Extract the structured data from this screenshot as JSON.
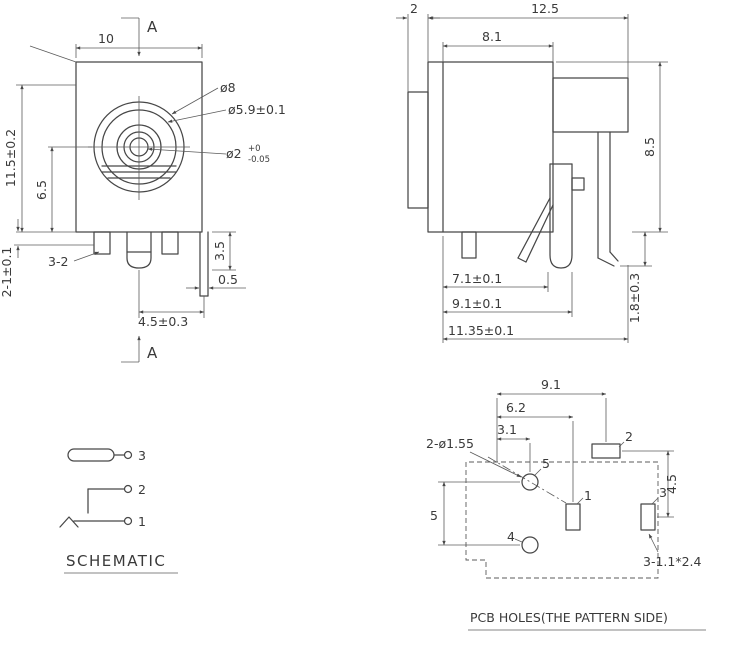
{
  "drawing": {
    "front": {
      "section_top": "A",
      "section_bottom": "A",
      "dim_width": "10",
      "dim_height": "11.5±0.2",
      "dim_center_height": "6.5",
      "dia_outer": "ø8",
      "dia_barrel": "ø5.9±0.1",
      "dia_pin": "ø2",
      "dia_pin_tol_upper": "+0",
      "dia_pin_tol_lower": "-0.05",
      "dim_pins": "3-2",
      "dim_pin_width": "2-1±0.1",
      "dim_pin_length": "3.5",
      "dim_bracket": "0.5",
      "dim_center_pin_offset": "4.5±0.3"
    },
    "side": {
      "dim_flange": "2",
      "dim_total": "12.5",
      "dim_body": "8.1",
      "dim_height": "8.5",
      "dim_pin_a": "7.1±0.1",
      "dim_pin_b": "9.1±0.1",
      "dim_overall": "11.35±0.1",
      "dim_leg": "1.8±0.3"
    },
    "schematic": {
      "title": "SCHEMATIC",
      "pin1": "1",
      "pin2": "2",
      "pin3": "3"
    },
    "pcb": {
      "caption": "PCB HOLES(THE PATTERN SIDE)",
      "dim_a": "9.1",
      "dim_b": "6.2",
      "dim_c": "3.1",
      "holes_note": "2-ø1.55",
      "dim_vertical": "5",
      "dim_pad_offset": "4.5",
      "slots_note": "3-1.1*2.4",
      "pad1": "1",
      "pad2": "2",
      "pad3": "3",
      "pad4": "4",
      "pad5": "5"
    }
  }
}
